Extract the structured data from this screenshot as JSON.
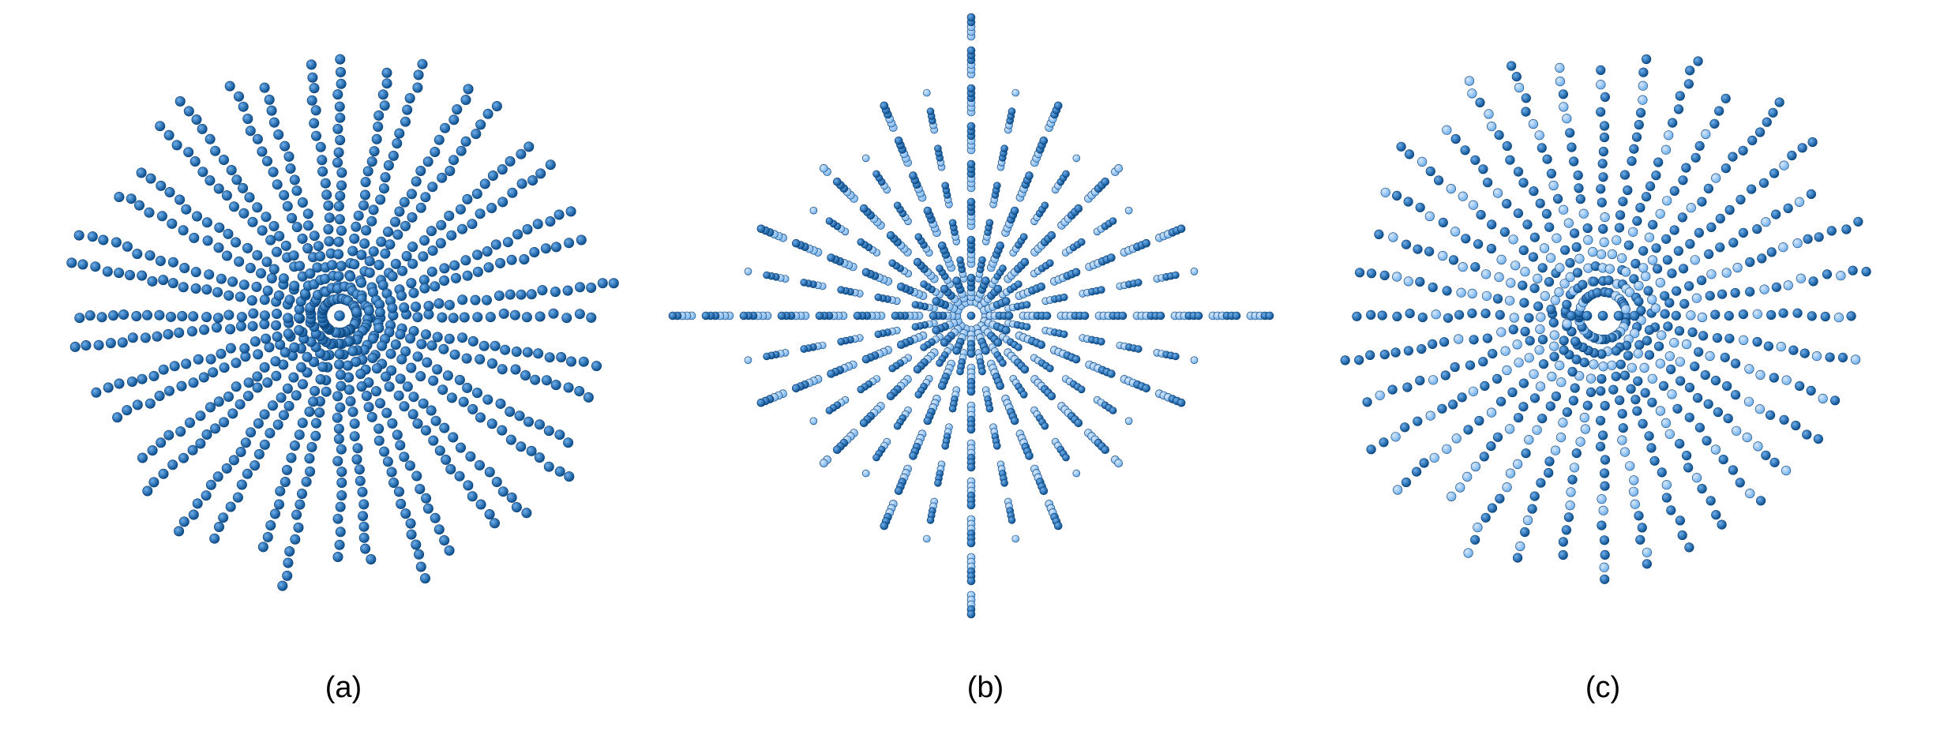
{
  "figure": {
    "panels": [
      {
        "id": "a",
        "caption": "(a)",
        "pattern": "dense-sphere"
      },
      {
        "id": "b",
        "caption": "(b)",
        "pattern": "diamond-radial"
      },
      {
        "id": "c",
        "caption": "(c)",
        "pattern": "faded-sphere"
      }
    ],
    "colors": {
      "sphere_dark": "#0b4f8f",
      "sphere_mid": "#1f6fbf",
      "sphere_light": "#6fb0ee",
      "sphere_fade": "#a9cdf2"
    }
  }
}
